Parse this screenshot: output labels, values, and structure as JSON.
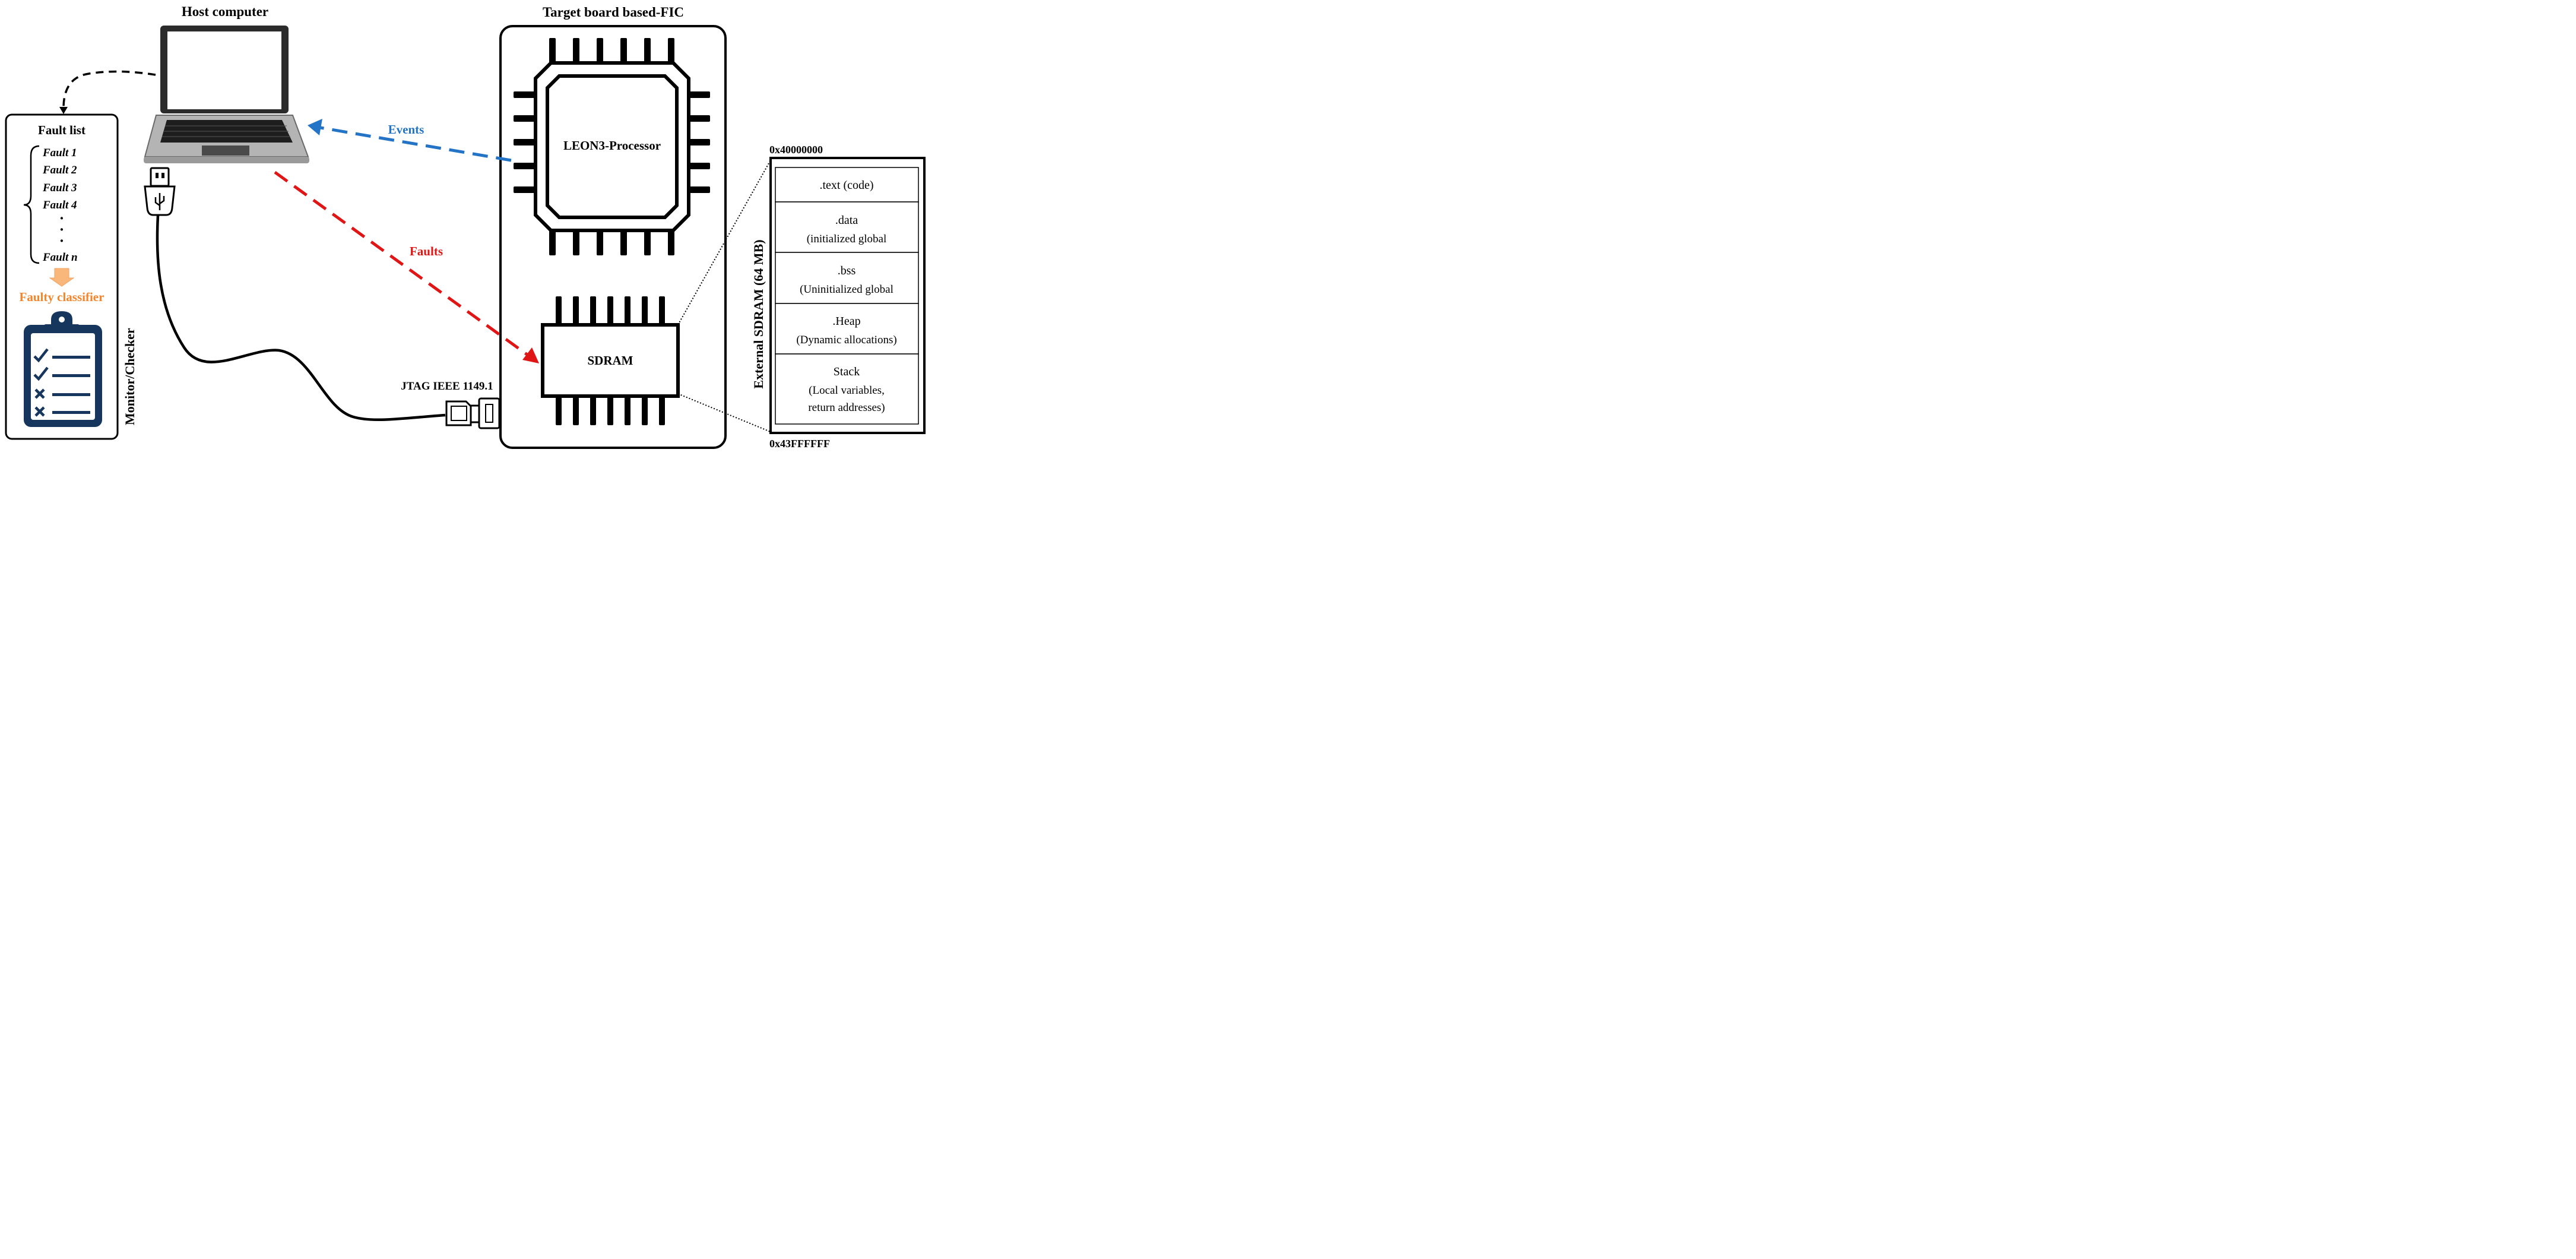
{
  "host": {
    "title": "Host computer"
  },
  "target": {
    "title": "Target board based-FIC",
    "processor_label": "LEON3-Processor",
    "sdram_label": "SDRAM"
  },
  "links": {
    "events_label": "Events",
    "faults_label": "Faults",
    "jtag_label": "JTAG IEEE 1149.1"
  },
  "monitor": {
    "title": "Fault list",
    "faults": [
      "Fault 1",
      "Fault 2",
      "Fault 3",
      "Fault 4"
    ],
    "ellipsis": [
      "·",
      "·",
      "·"
    ],
    "last_fault": "Fault n",
    "classifier_label": "Faulty classifier",
    "side_label": "Monitor/Checker"
  },
  "memory": {
    "vertical_label": "External SDRAM (64 MB)",
    "start_address": "0x40000000",
    "end_address": "0x43FFFFFF",
    "sections": [
      {
        "name": ".text (code)",
        "desc": ""
      },
      {
        "name": ".data",
        "desc": "(initialized global"
      },
      {
        "name": ".bss",
        "desc": "(Uninitialized global"
      },
      {
        "name": ".Heap",
        "desc": "(Dynamic allocations)"
      },
      {
        "name": "Stack",
        "desc": "(Local variables,",
        "desc2": "return addresses)"
      }
    ]
  },
  "colors": {
    "events": "#2374c6",
    "faults": "#e01515",
    "classifier": "#f5842a",
    "clipboard": "#16365d",
    "laptop_body": "#a8a8a8",
    "line": "#000000"
  },
  "icons": [
    "laptop-icon",
    "usb-plug-icon",
    "hdmi-connector-icon",
    "chip-icon",
    "clipboard-checklist-icon",
    "down-arrow-icon"
  ]
}
